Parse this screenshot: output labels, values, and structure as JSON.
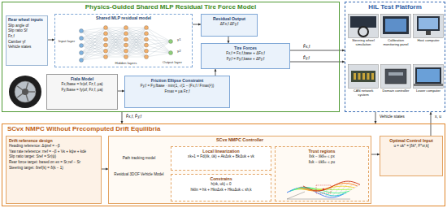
{
  "diagram": {
    "nodes": [
      {
        "text": [
          "Physics-Guided Shared MLP Residual Tire Force Model"
        ]
      },
      {
        "text": [
          "Rear wheel inputs",
          "Slip angle αf",
          "Slip ratio Sf",
          "Fz,f",
          "Camber γf",
          "Vehicle states"
        ],
        "in": 0
      },
      {
        "text": [
          "Shared MLP residual model",
          "Input layer",
          "Hidden layers",
          "Output layer",
          "y1",
          "y2"
        ],
        "in": 0
      },
      {
        "text": [
          "Residual Output",
          "ΔFx,f ΔFy,f"
        ],
        "in": 0
      },
      {
        "text": [
          "Tire Forces",
          "Fx,f = Fx,f,base + ΔFx,f",
          "Fy,f = Fy,f,base + ΔFy,f"
        ],
        "in": 0
      },
      {
        "text": [
          "Fiala Model",
          "Fx,fbase = fx(κf, Fz,f, μa)",
          "Fy,fbase = fy(αf, Fz,f, μa)"
        ],
        "in": 0
      },
      {
        "text": [
          "Friction Ellipse Constraint",
          "Fy,f = Fy,fbase · min(1, √(1 − (Fx,f / Fmax)²))",
          "Fmax = μa Fz,f"
        ],
        "in": 0
      },
      {
        "text": [
          "HiL Test Platform"
        ]
      },
      {
        "text": [
          "Steering wheel simulation"
        ],
        "in": 7
      },
      {
        "text": [
          "Calibration monitoring panel"
        ],
        "in": 7
      },
      {
        "text": [
          "Host computer"
        ],
        "in": 7
      },
      {
        "text": [
          "CAN network system"
        ],
        "in": 7
      },
      {
        "text": [
          "Domain controller"
        ],
        "in": 7
      },
      {
        "text": [
          "Lower computer"
        ],
        "in": 7
      },
      {
        "text": [
          "SCvx NMPC Without Precomputed Drift Equilibria"
        ]
      },
      {
        "text": [
          "Drift reference design",
          "Heading reference: Δψref = −β",
          "Yaw rate reference: rref = −β̇ + Vκ + kψe + kdė",
          "Slip ratio target: Sref = Sr(ψ)",
          "Rear force target: based on ex = Sr,ref − Sr",
          "Steering target: δref(k) = δ(k − 1)"
        ],
        "in": 14
      },
      {
        "text": [
          "SCvx NMPC Controller",
          "Path tracking model",
          "Residual 3DOF Vehicle Model"
        ],
        "in": 14
      },
      {
        "text": [
          "Local linearization",
          "xk+1 = Fd(x̄k, ūk) + AkΔxk + BkΔuk + vk"
        ],
        "in": 16
      },
      {
        "text": [
          "Constrains",
          "h(xk, uk) ≤ 0",
          "hklin = hk + HkxΔxk + HkuΔuk ≤ sh,k"
        ],
        "in": 16
      },
      {
        "text": [
          "Trust regions",
          "‖xk − x̄k‖∞ ≤ ρx",
          "‖uk − ūk‖∞ ≤ ρu"
        ],
        "in": 16
      },
      {
        "text": [
          "Optimal Control Input",
          "u = uk* = [δk*, F*xr,k]"
        ],
        "in": 14
      }
    ],
    "edges": [
      {
        "from": 1,
        "to": 2,
        "arrow": "to"
      },
      {
        "from": 2,
        "to": 3,
        "arrow": "to"
      },
      {
        "from": 3,
        "to": 4,
        "arrow": "to"
      },
      {
        "from": 5,
        "to": 6,
        "arrow": "to"
      },
      {
        "from": 6,
        "to": 4,
        "arrow": "to"
      },
      {
        "from": 4,
        "to": 7,
        "label": "F̂x,f",
        "arrow": "to"
      },
      {
        "from": 4,
        "to": 7,
        "label": "F̂y,f",
        "arrow": "to"
      },
      {
        "from": 0,
        "to": 14,
        "label": "F̂x,f, F̂y,f",
        "arrow": "to"
      },
      {
        "from": 7,
        "to": 14,
        "label": "Vehicle states",
        "arrow": "to"
      },
      {
        "from": 20,
        "to": 7,
        "label": "x, u",
        "arrow": "to"
      },
      {
        "from": 15,
        "to": 16,
        "arrow": "to"
      },
      {
        "from": 16,
        "to": 20,
        "arrow": "to"
      }
    ]
  }
}
